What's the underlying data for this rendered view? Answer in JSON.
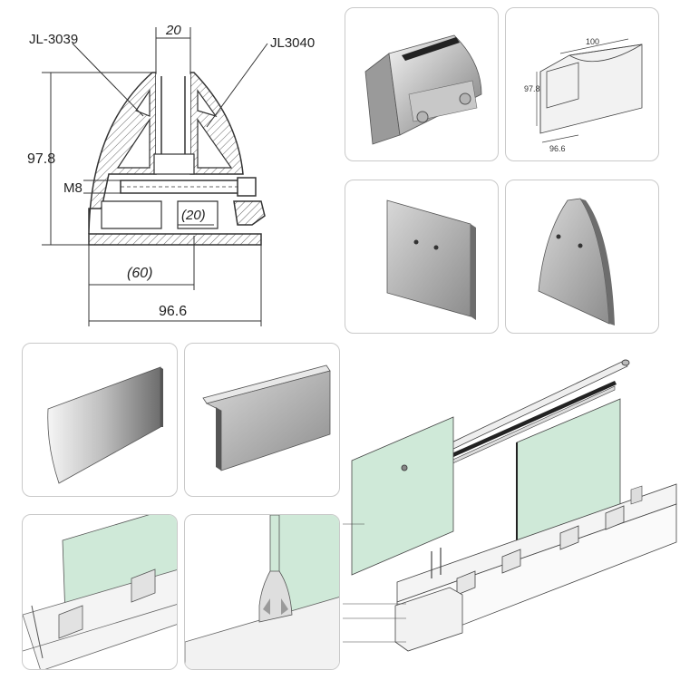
{
  "drawing": {
    "part_left": "JL-3039",
    "part_right": "JL3040",
    "dim_top_width": "20",
    "dim_height": "97.8",
    "dim_bolt": "M8",
    "dim_slot": "(20)",
    "dim_half_width": "(60)",
    "dim_total_width": "96.6"
  },
  "iso_view": {
    "dim_length": "100",
    "dim_height": "97.8",
    "dim_width": "96.6"
  },
  "colors": {
    "glass": "#cfe9d8",
    "metal_light": "#eeeeee",
    "metal_dark": "#8a8a8a",
    "line": "#333333"
  }
}
